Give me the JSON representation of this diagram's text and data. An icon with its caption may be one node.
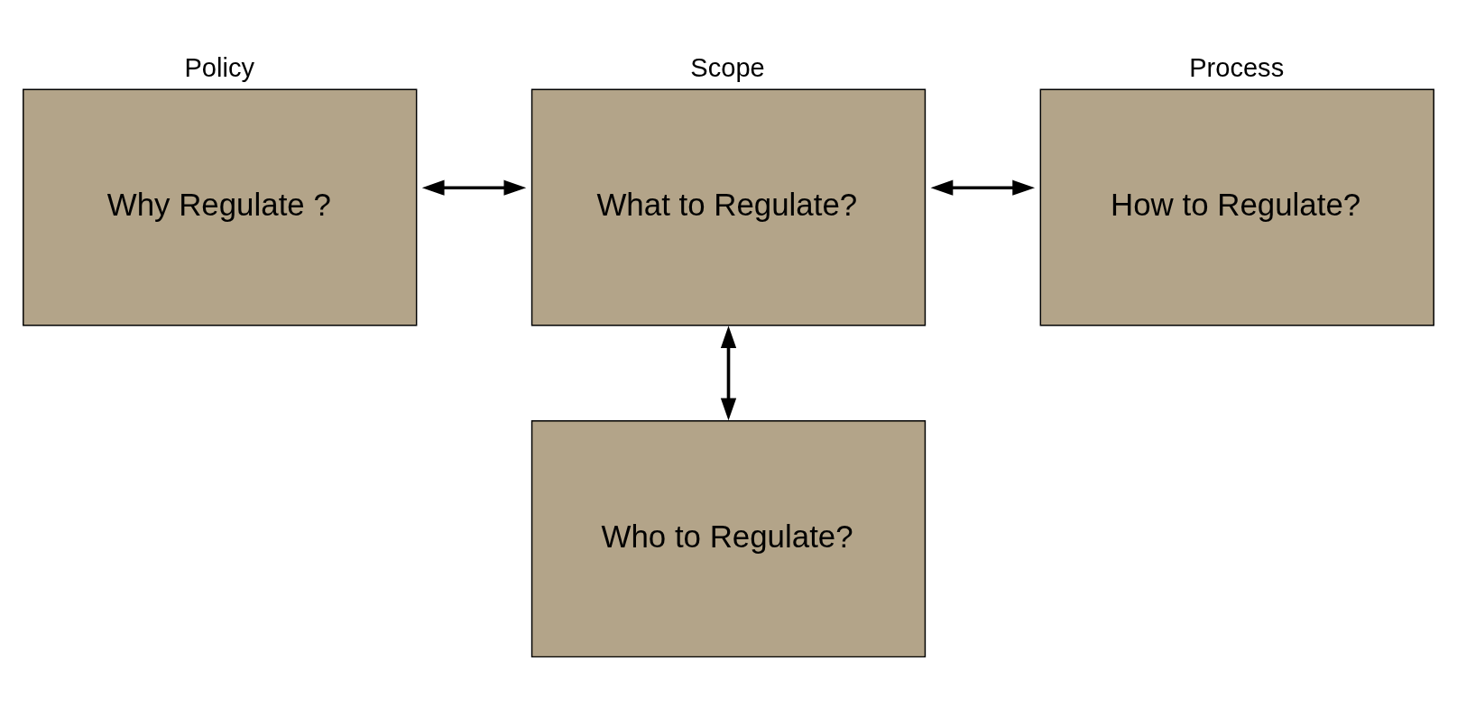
{
  "diagram": {
    "nodes": [
      {
        "text": [
          "Policy",
          "Why Regulate ?"
        ]
      },
      {
        "text": [
          "Scope",
          "What to Regulate?"
        ]
      },
      {
        "text": [
          "Process",
          "How to Regulate?"
        ]
      },
      {
        "text": [
          "Who to Regulate?"
        ]
      }
    ],
    "edges": [
      {
        "from": 0,
        "to": 1,
        "arrow": "both"
      },
      {
        "from": 1,
        "to": 2,
        "arrow": "both"
      },
      {
        "from": 1,
        "to": 3,
        "arrow": "both"
      }
    ]
  }
}
